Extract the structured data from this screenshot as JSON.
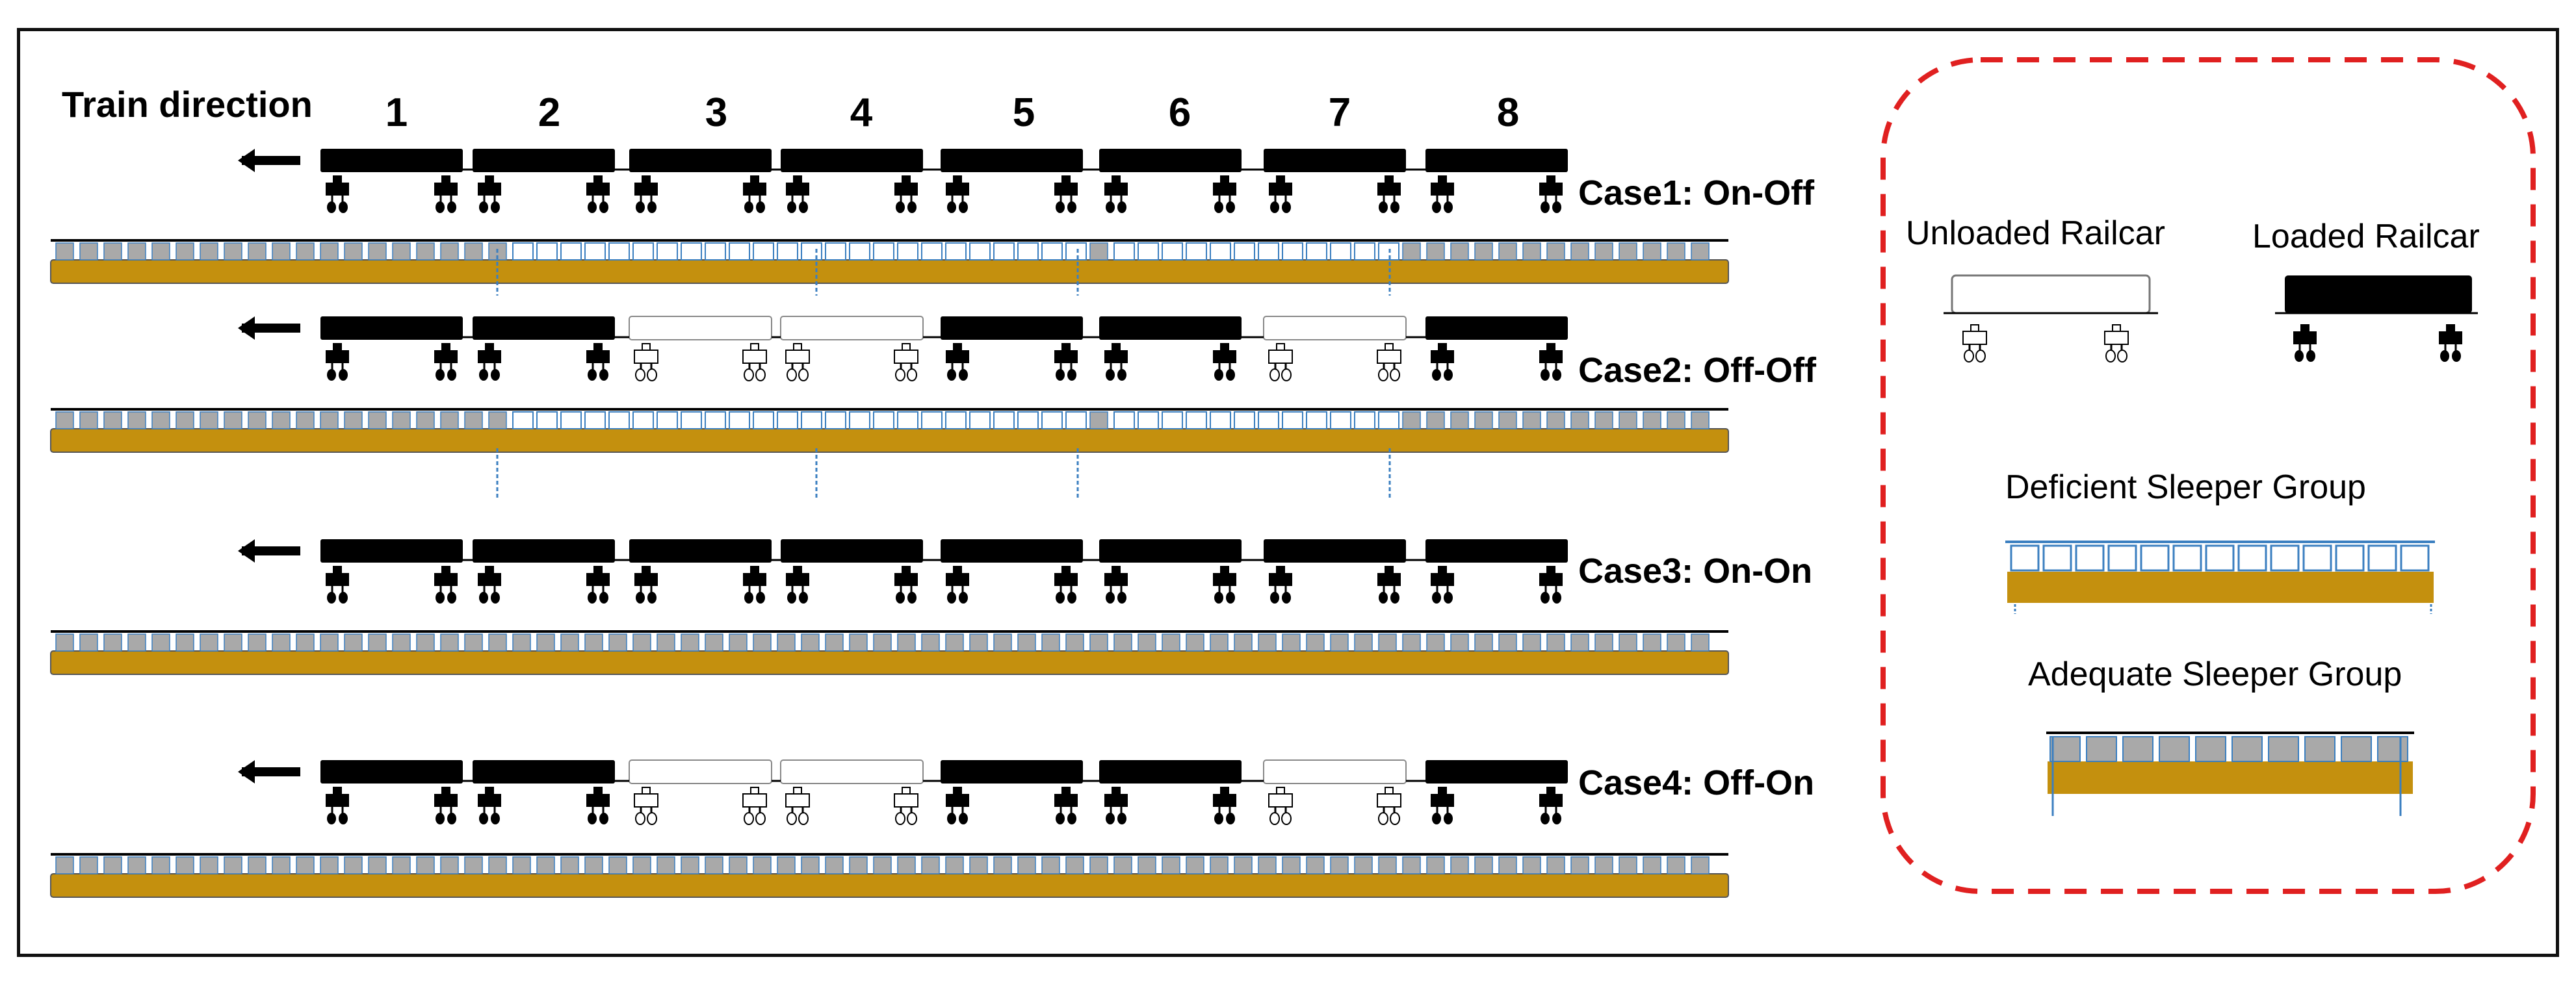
{
  "title": "Train direction",
  "car_numbers": [
    "1",
    "2",
    "3",
    "4",
    "5",
    "6",
    "7",
    "8"
  ],
  "cases": [
    {
      "label": "Case1: On-Off",
      "loads": [
        "loaded",
        "loaded",
        "loaded",
        "loaded",
        "loaded",
        "loaded",
        "loaded",
        "loaded"
      ],
      "track": "deficient"
    },
    {
      "label": "Case2: Off-Off",
      "loads": [
        "loaded",
        "loaded",
        "unloaded",
        "unloaded",
        "loaded",
        "loaded",
        "unloaded",
        "loaded"
      ],
      "track": "deficient"
    },
    {
      "label": "Case3: On-On",
      "loads": [
        "loaded",
        "loaded",
        "loaded",
        "loaded",
        "loaded",
        "loaded",
        "loaded",
        "loaded"
      ],
      "track": "adequate"
    },
    {
      "label": "Case4: Off-On",
      "loads": [
        "loaded",
        "loaded",
        "unloaded",
        "unloaded",
        "loaded",
        "loaded",
        "unloaded",
        "loaded"
      ],
      "track": "adequate"
    }
  ],
  "legend": {
    "unloaded_label": "Unloaded Railcar",
    "loaded_label": "Loaded Railcar",
    "deficient_label": "Deficient Sleeper Group",
    "adequate_label": "Adequate Sleeper Group"
  },
  "colors": {
    "ballast": "#c4900e",
    "sleeper": "#a9a9a9",
    "rail_gap": "#3b7fc0",
    "loaded": "#000000",
    "legend_border": "#e02020"
  }
}
